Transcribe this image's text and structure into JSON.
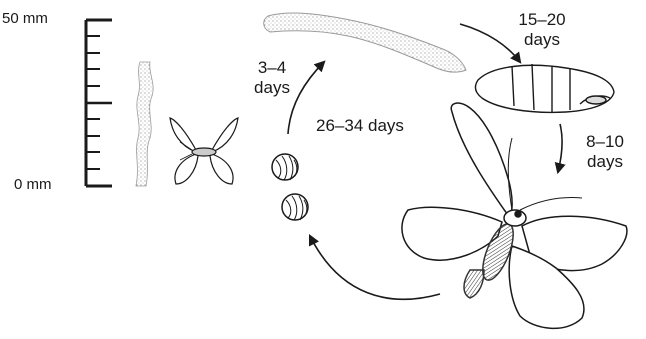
{
  "scale": {
    "top_label": "50 mm",
    "bottom_label": "0 mm"
  },
  "cycle": {
    "egg_to_larva_line1": "3–4",
    "egg_to_larva_line2": "days",
    "larva_to_pupa_line1": "15–20",
    "larva_to_pupa_line2": "days",
    "pupa_to_adult_line1": "8–10",
    "pupa_to_adult_line2": "days",
    "total": "26–34 days"
  },
  "colors": {
    "ink": "#1a1a1a",
    "stipple": "#9a9a9a",
    "body_shade": "#555555"
  }
}
